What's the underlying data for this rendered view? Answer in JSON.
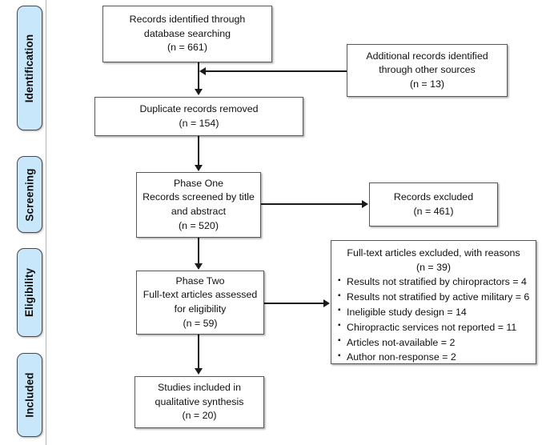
{
  "diagram": {
    "type": "prisma-flow-diagram",
    "accent_color": "#c9e7fa",
    "box_border_color": "#58585a",
    "connector_color": "#1a1a1a"
  },
  "stages": [
    {
      "label": "Identification"
    },
    {
      "label": "Screening"
    },
    {
      "label": "Eligibility"
    },
    {
      "label": "Included"
    }
  ],
  "nodes": {
    "records_identified": {
      "lines": [
        "Records identified through",
        "database searching",
        "(n = 661)"
      ]
    },
    "additional_records": {
      "lines": [
        "Additional records identified",
        "through other sources",
        "(n = 13)"
      ]
    },
    "duplicates_removed": {
      "lines": [
        "Duplicate records removed",
        "(n = 154)"
      ]
    },
    "phase_one": {
      "lines": [
        "Phase One",
        "Records screened by title",
        "and abstract",
        "(n = 520)"
      ]
    },
    "records_excluded": {
      "lines": [
        "Records excluded",
        "(n = 461)"
      ]
    },
    "phase_two": {
      "lines": [
        "Phase Two",
        "Full-text articles assessed",
        "for eligibility",
        "(n = 59)"
      ]
    },
    "fulltext_excluded": {
      "heading": [
        "Full-text articles excluded, with reasons",
        "(n = 39)"
      ],
      "reasons": [
        "Results not stratified by chiropractors = 4",
        "Results not stratified by active military = 6",
        "Ineligible study design = 14",
        "Chiropractic services not reported = 11",
        "Articles not-available = 2",
        "Author non-response = 2"
      ]
    },
    "studies_included": {
      "lines": [
        "Studies included in",
        "qualitative synthesis",
        "(n = 20)"
      ]
    }
  }
}
